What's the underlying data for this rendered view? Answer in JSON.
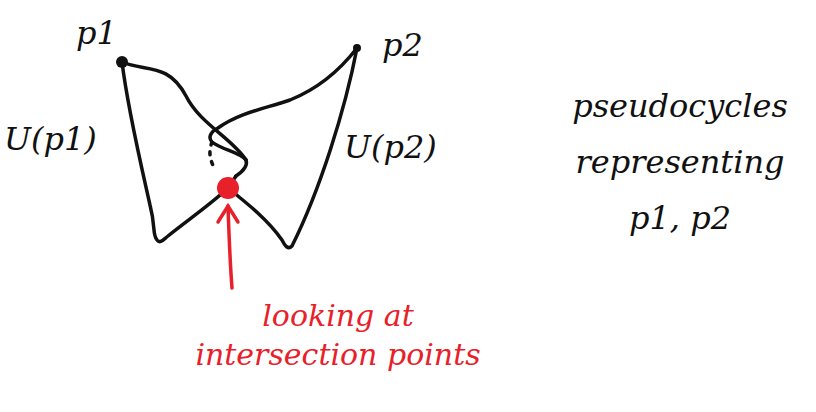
{
  "diagram": {
    "labels": [
      "p1",
      "p2",
      "U(p1)",
      "U(p2)",
      "pseudocycles representing p1, p2",
      "looking at intersection points"
    ]
  }
}
